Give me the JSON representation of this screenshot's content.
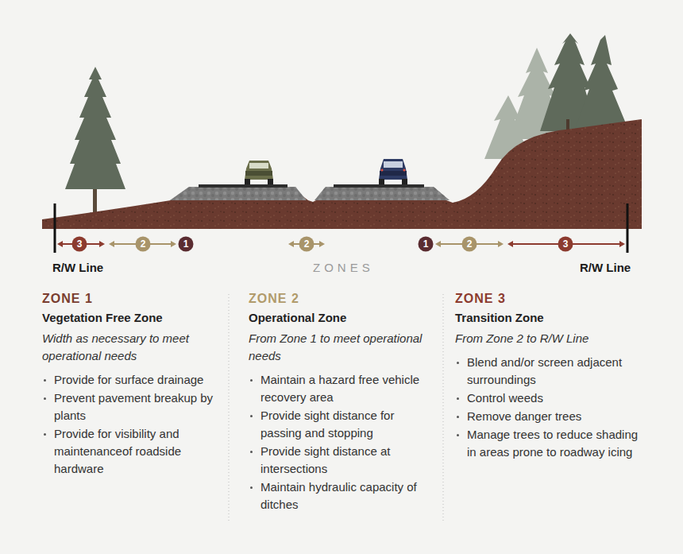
{
  "diagram": {
    "labels": [
      "3",
      "2",
      "1",
      "2",
      "1",
      "2",
      "3",
      "R/W Line",
      "ZONES",
      "R/W Line",
      "ZONE 1",
      "Vegetation Free Zone",
      "Width as necessary to meet operational needs",
      "Provide for surface drainage",
      "Prevent pavement breakup by plants",
      "Provide for visibility and maintenanceof roadside hardware",
      "ZONE 2",
      "Operational Zone",
      "From Zone 1 to meet operational needs",
      "Maintain a hazard free vehicle recovery area",
      "Provide sight distance for passing and stopping",
      "Provide sight distance at intersections",
      "Maintain hydraulic capacity of ditches",
      "ZONE 3",
      "Transition Zone",
      "From Zone 2 to R/W Line",
      "Blend and/or screen adjacent surroundings",
      "Control weeds",
      "Remove danger trees",
      "Manage trees to reduce shading in areas prone to roadway icing"
    ]
  }
}
